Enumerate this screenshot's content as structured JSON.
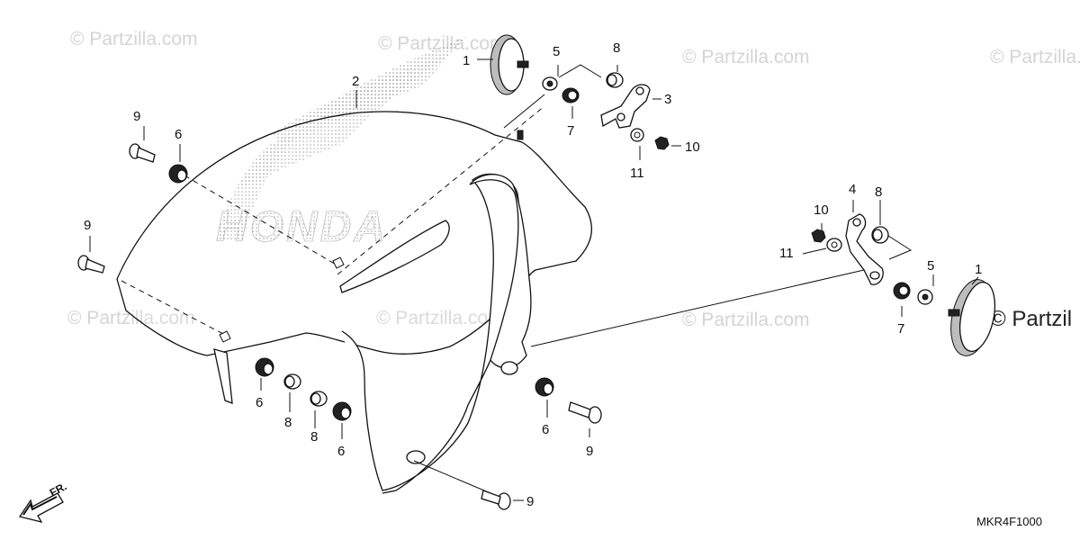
{
  "diagram": {
    "watermark_text": "© Partzilla.com",
    "watermark_cut_text": "© Partzil",
    "diagram_code": "MKR4F1000",
    "direction_label": "FR.",
    "decal_text": "HONDA",
    "callouts": {
      "c1a": "1",
      "c1b": "1",
      "c2": "2",
      "c3": "3",
      "c4": "4",
      "c5a": "5",
      "c5b": "5",
      "c6a": "6",
      "c6b": "6",
      "c6c": "6",
      "c6d": "6",
      "c7a": "7",
      "c7b": "7",
      "c8a": "8",
      "c8b": "8",
      "c8c": "8",
      "c8d": "8",
      "c9a": "9",
      "c9b": "9",
      "c9c": "9",
      "c9d": "9",
      "c10a": "10",
      "c10b": "10",
      "c11a": "11",
      "c11b": "11"
    }
  }
}
